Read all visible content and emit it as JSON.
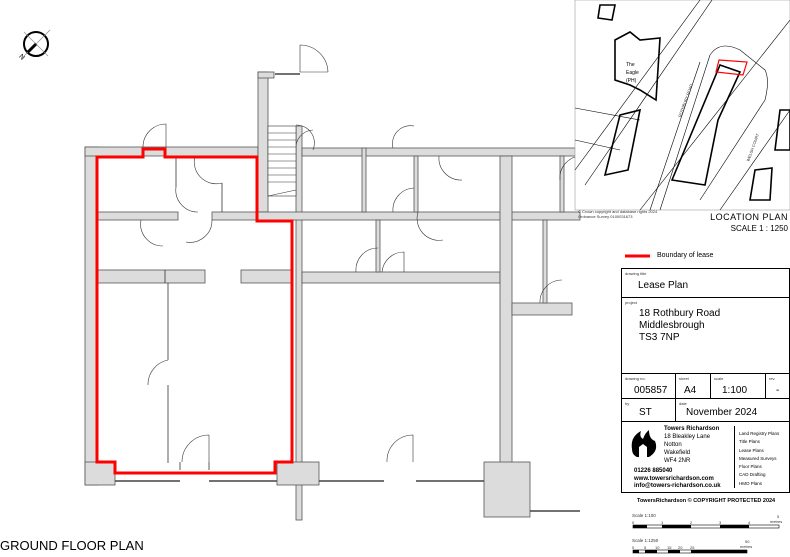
{
  "plan": {
    "title": "GROUND FLOOR PLAN",
    "north_label": "N",
    "boundary_color": "#ff0000",
    "wall_color": "#dcdcdc"
  },
  "legend": {
    "label": "Boundary of lease",
    "color": "#ff0000"
  },
  "location_plan": {
    "title": "LOCATION PLAN",
    "scale": "SCALE 1 : 1250",
    "copyright_line1": "© Crown copyright and database rights 2024",
    "copyright_line2": "Ordnance Survey 0100031673",
    "labels": {
      "pub": "The",
      "pub2": "Eagle",
      "pub3": "(PH)",
      "road1": "ROTHBURY ROAD",
      "road2": "WELSH COURT"
    }
  },
  "title_block": {
    "drawing_title_label": "drawing title",
    "drawing_title": "Lease Plan",
    "project_label": "project",
    "project_lines": [
      "18 Rothbury Road",
      "Middlesbrough",
      "TS3 7NP"
    ],
    "drawing_no_label": "drawing no.",
    "drawing_no": "005857",
    "sheet_label": "sheet",
    "sheet": "A4",
    "scale_label": "scale",
    "scale": "1:100",
    "rev_label": "rev.",
    "rev": "-",
    "by_label": "by",
    "by": "ST",
    "date_label": "date",
    "date": "November 2024"
  },
  "company": {
    "name": "Towers Richardson",
    "address": [
      "18 Bleakley Lane",
      "Notton",
      "Wakefield",
      "WF4 2NR"
    ],
    "phone": "01226 885040",
    "website": "www.towersrichardson.com",
    "email": "info@towers-richardson.co.uk",
    "services": [
      "Land Registry Plans",
      "Title Plans",
      "Lease Plans",
      "Measured Surveys",
      "Floor Plans",
      "CAD Drafting",
      "HMO Plans"
    ],
    "copyright": "TowersRichardson © COPYRIGHT PROTECTED 2024"
  },
  "scale_bars": [
    {
      "label": "Scale 1:100",
      "ticks": [
        "0",
        "1",
        "2",
        "3",
        "4",
        "5"
      ],
      "unit": "metres"
    },
    {
      "label": "Scale 1:1250",
      "ticks": [
        "0",
        "5",
        "10",
        "15",
        "20",
        "25",
        "50"
      ],
      "unit": "metres"
    }
  ]
}
